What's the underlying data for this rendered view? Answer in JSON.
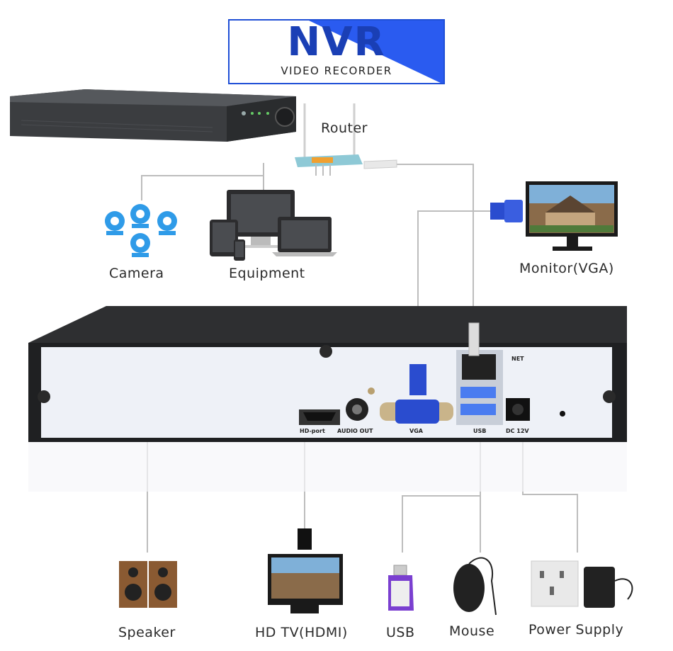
{
  "banner": {
    "title": "NVR",
    "subtitle": "VIDEO RECORDER"
  },
  "devices": {
    "router": "Router",
    "camera": "Camera",
    "equipment": "Equipment",
    "monitor": "Monitor(VGA)",
    "speaker": "Speaker",
    "hdtv": "HD TV(HDMI)",
    "usb": "USB",
    "mouse": "Mouse",
    "power": "Power Supply"
  },
  "ports": {
    "hdport": "HD-port",
    "audio_out": "AUDIO OUT",
    "vga": "VGA",
    "usb": "USB",
    "dc": "DC 12V",
    "net": "NET"
  },
  "colors": {
    "brand_blue": "#1a3fb5",
    "camera_blue": "#2f9be8",
    "line": "#b9b9b9"
  }
}
